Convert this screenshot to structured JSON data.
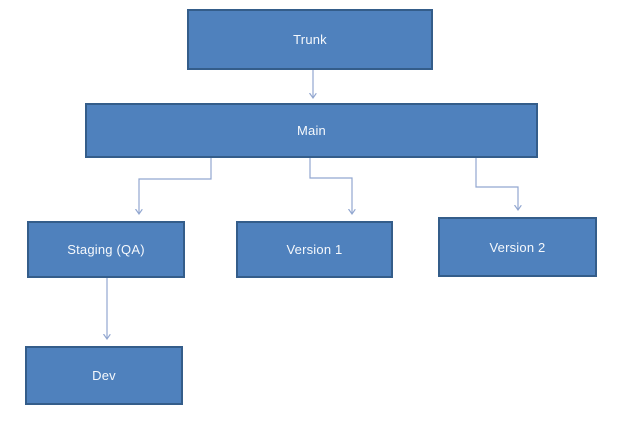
{
  "diagram": {
    "type": "flowchart",
    "description": "Source control branching hierarchy",
    "nodes": [
      {
        "id": "trunk",
        "label": "Trunk"
      },
      {
        "id": "main",
        "label": "Main"
      },
      {
        "id": "staging",
        "label": "Staging (QA)"
      },
      {
        "id": "version1",
        "label": "Version 1"
      },
      {
        "id": "version2",
        "label": "Version 2"
      },
      {
        "id": "dev",
        "label": "Dev"
      }
    ],
    "edges": [
      {
        "from": "Trunk",
        "to": "Main"
      },
      {
        "from": "Main",
        "to": "Staging (QA)"
      },
      {
        "from": "Main",
        "to": "Version 1"
      },
      {
        "from": "Main",
        "to": "Version 2"
      },
      {
        "from": "Staging (QA)",
        "to": "Dev"
      }
    ],
    "colors": {
      "node_fill": "#4f81bd",
      "node_border": "#345d8a",
      "node_text": "#f5f8fc",
      "connector": "#92a7d0",
      "background": "#ffffff"
    }
  }
}
